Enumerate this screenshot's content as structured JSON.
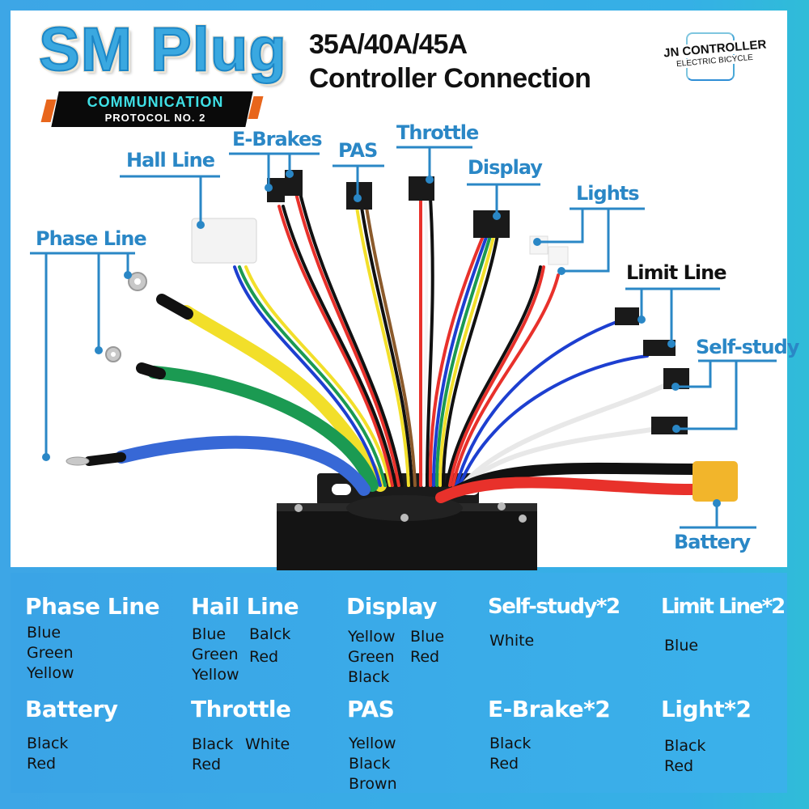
{
  "header": {
    "title": "SM Plug",
    "subtitle_line1": "35A/40A/45A",
    "subtitle_line2": "Controller Connection",
    "badge_line1": "COMMUNICATION",
    "badge_line2": "PROTOCOL NO. 2",
    "logo_line1": "JN CONTROLLER",
    "logo_line2": "ELECTRIC BICYCLE"
  },
  "callouts": {
    "hall_line": "Hall Line",
    "e_brakes": "E-Brakes",
    "pas": "PAS",
    "throttle": "Throttle",
    "display": "Display",
    "lights": "Lights",
    "phase_line": "Phase Line",
    "limit_line": "Limit Line",
    "self_study": "Self-study",
    "battery": "Battery"
  },
  "colors": {
    "accent_blue": "#2a87c6",
    "border_blue": "#3da6e6",
    "badge_cyan": "#3fe0e6",
    "badge_orange": "#e8661c"
  },
  "legend": [
    {
      "title": "Phase Line",
      "col1": [
        "Blue",
        "Green",
        "Yellow"
      ],
      "col2": []
    },
    {
      "title": "Hail Line",
      "col1": [
        "Blue",
        "Green",
        "Yellow"
      ],
      "col2": [
        "Balck",
        "Red"
      ]
    },
    {
      "title": "Display",
      "col1": [
        "Yellow",
        "Green",
        "Black"
      ],
      "col2": [
        "Blue",
        "Red"
      ]
    },
    {
      "title": "Self-study*2",
      "col1": [
        "White"
      ],
      "col2": []
    },
    {
      "title": "Limit Line*2",
      "col1": [
        "Blue"
      ],
      "col2": []
    },
    {
      "title": "Battery",
      "col1": [
        "Black",
        "Red"
      ],
      "col2": []
    },
    {
      "title": "Throttle",
      "col1": [
        "Black",
        "Red"
      ],
      "col2": [
        "White"
      ]
    },
    {
      "title": "PAS",
      "col1": [
        "Yellow",
        "Black",
        "Brown"
      ],
      "col2": []
    },
    {
      "title": "E-Brake*2",
      "col1": [
        "Black",
        "Red"
      ],
      "col2": []
    },
    {
      "title": "Light*2",
      "col1": [
        "Black",
        "Red"
      ],
      "col2": []
    }
  ]
}
